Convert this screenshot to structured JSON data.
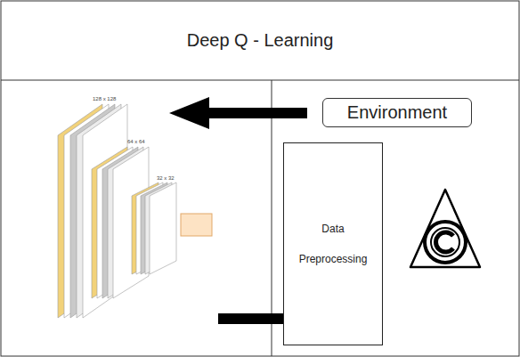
{
  "diagram": {
    "title": "Deep Q - Learning",
    "nodes": [
      {
        "text": [
          "Environment"
        ]
      },
      {
        "text": [
          "Data Preprocessing"
        ]
      }
    ],
    "labels": [
      "128 x 128",
      "64 x 64",
      "32 x 32"
    ]
  }
}
